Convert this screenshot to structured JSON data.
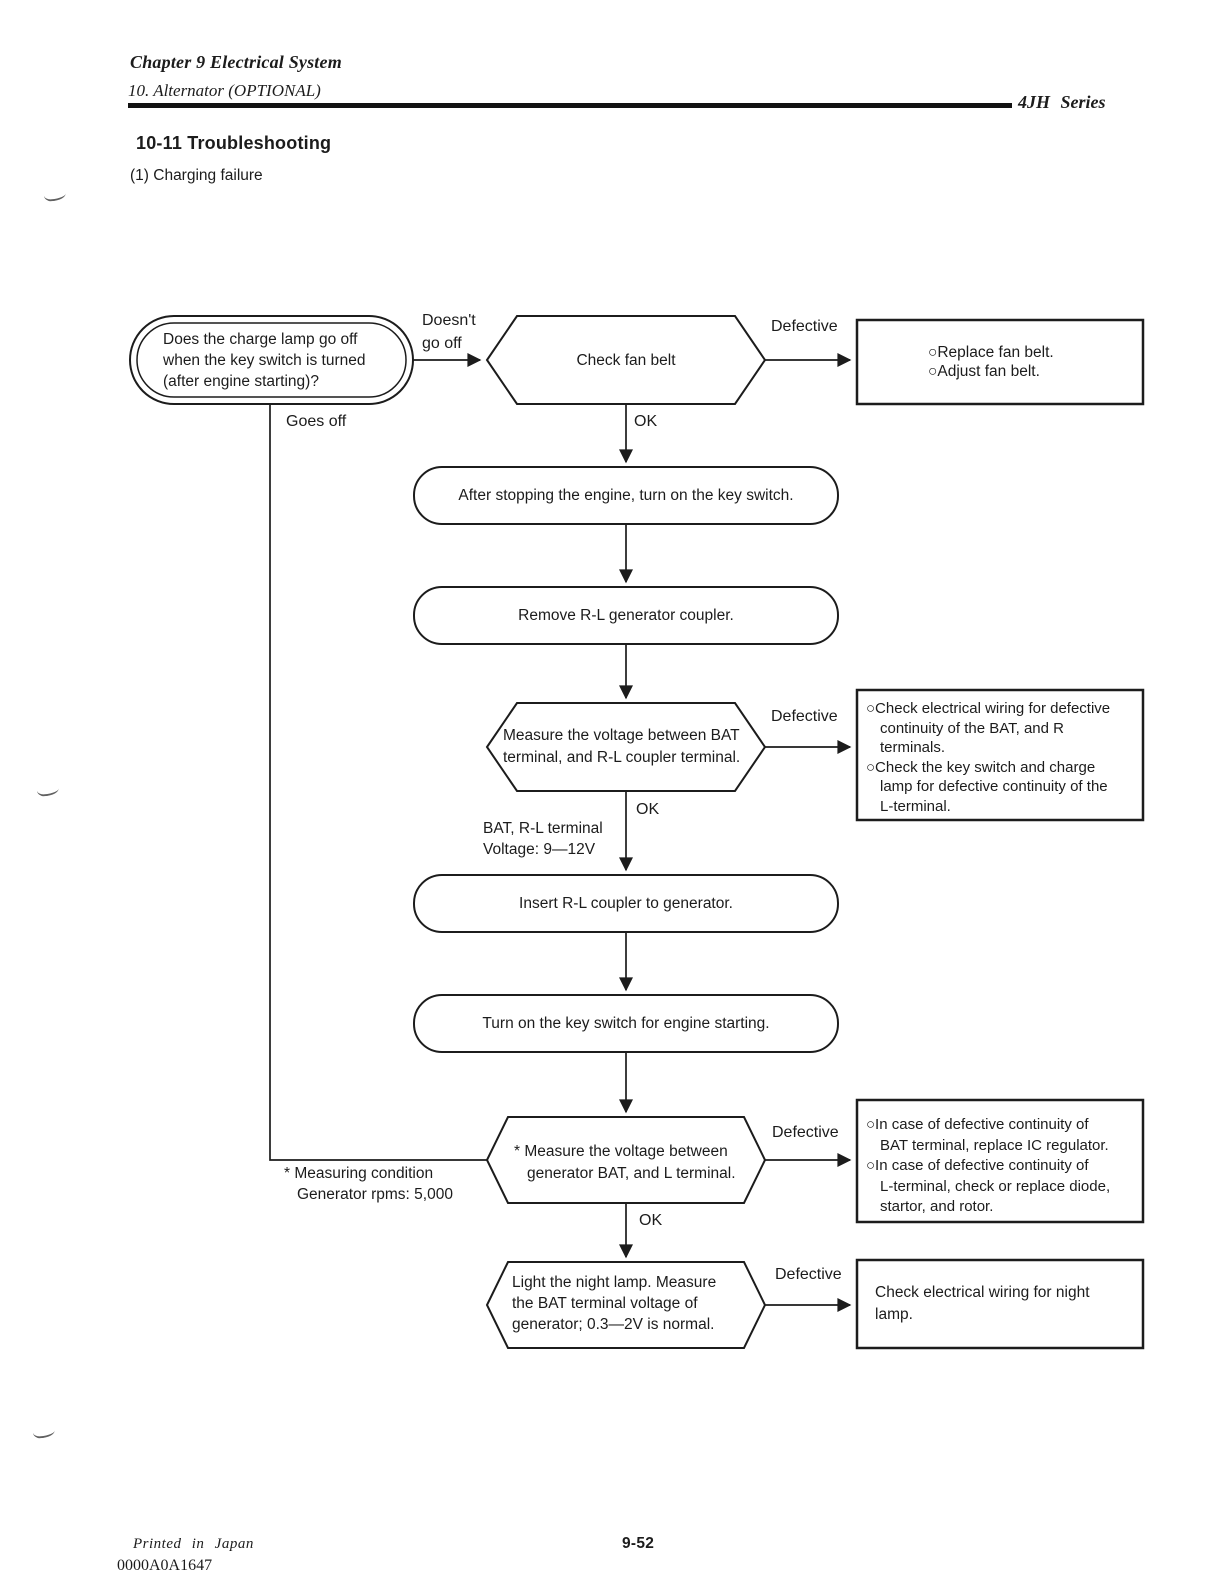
{
  "header": {
    "chapter": "Chapter 9 Electrical System",
    "section": "10.  Alternator (OPTIONAL)",
    "series": "4JH Series",
    "heading": "10-11 Troubleshooting",
    "subheading": "(1) Charging failure"
  },
  "flowchart": {
    "start": "Does the charge lamp go off\nwhen the key switch is turned\n(after engine starting)?",
    "labels": {
      "doesnt_go_off": "Doesn't\ngo off",
      "goes_off": "Goes off",
      "defective": "Defective",
      "ok": "OK",
      "bat_rl_voltage": "BAT, R-L terminal\nVoltage: 9—12V",
      "measuring_condition": "* Measuring condition\nGenerator rpms: 5,000"
    },
    "nodes": {
      "check_fan_belt": "Check fan belt",
      "after_stopping": "After stopping the engine, turn on the key switch.",
      "remove_coupler": "Remove R-L generator coupler.",
      "measure_bat_rl": "Measure the voltage between BAT\nterminal, and R-L coupler terminal.",
      "insert_coupler": "Insert R-L coupler to generator.",
      "turn_on_key": "Turn on the key switch for engine starting.",
      "measure_bat_l": "* Measure the voltage between\ngenerator BAT, and L terminal.",
      "light_night_lamp": "Light the night lamp. Measure\nthe BAT terminal voltage of\ngenerator; 0.3—2V is normal."
    },
    "boxes": {
      "fan_belt": {
        "items": [
          "○Replace fan belt.",
          "○Adjust fan belt."
        ]
      },
      "wiring_bat_r": {
        "items": [
          "○Check electrical wiring for defective\ncontinuity of the BAT, and R\nterminals.",
          "○Check the key switch and charge\nlamp for defective continuity of the\nL-terminal."
        ]
      },
      "regulator": {
        "items": [
          "○In case of defective continuity of\nBAT terminal, replace IC regulator.",
          "○In case of defective continuity of\nL-terminal, check or replace diode,\nstartor, and rotor."
        ]
      },
      "night_lamp": {
        "text": "Check electrical wiring for night\nlamp."
      }
    }
  },
  "footer": {
    "printed": "Printed in Japan",
    "code": "0000A0A1647",
    "page_number": "9-52"
  },
  "colors": {
    "ink": "#1c1c1c",
    "paper": "#ffffff"
  }
}
